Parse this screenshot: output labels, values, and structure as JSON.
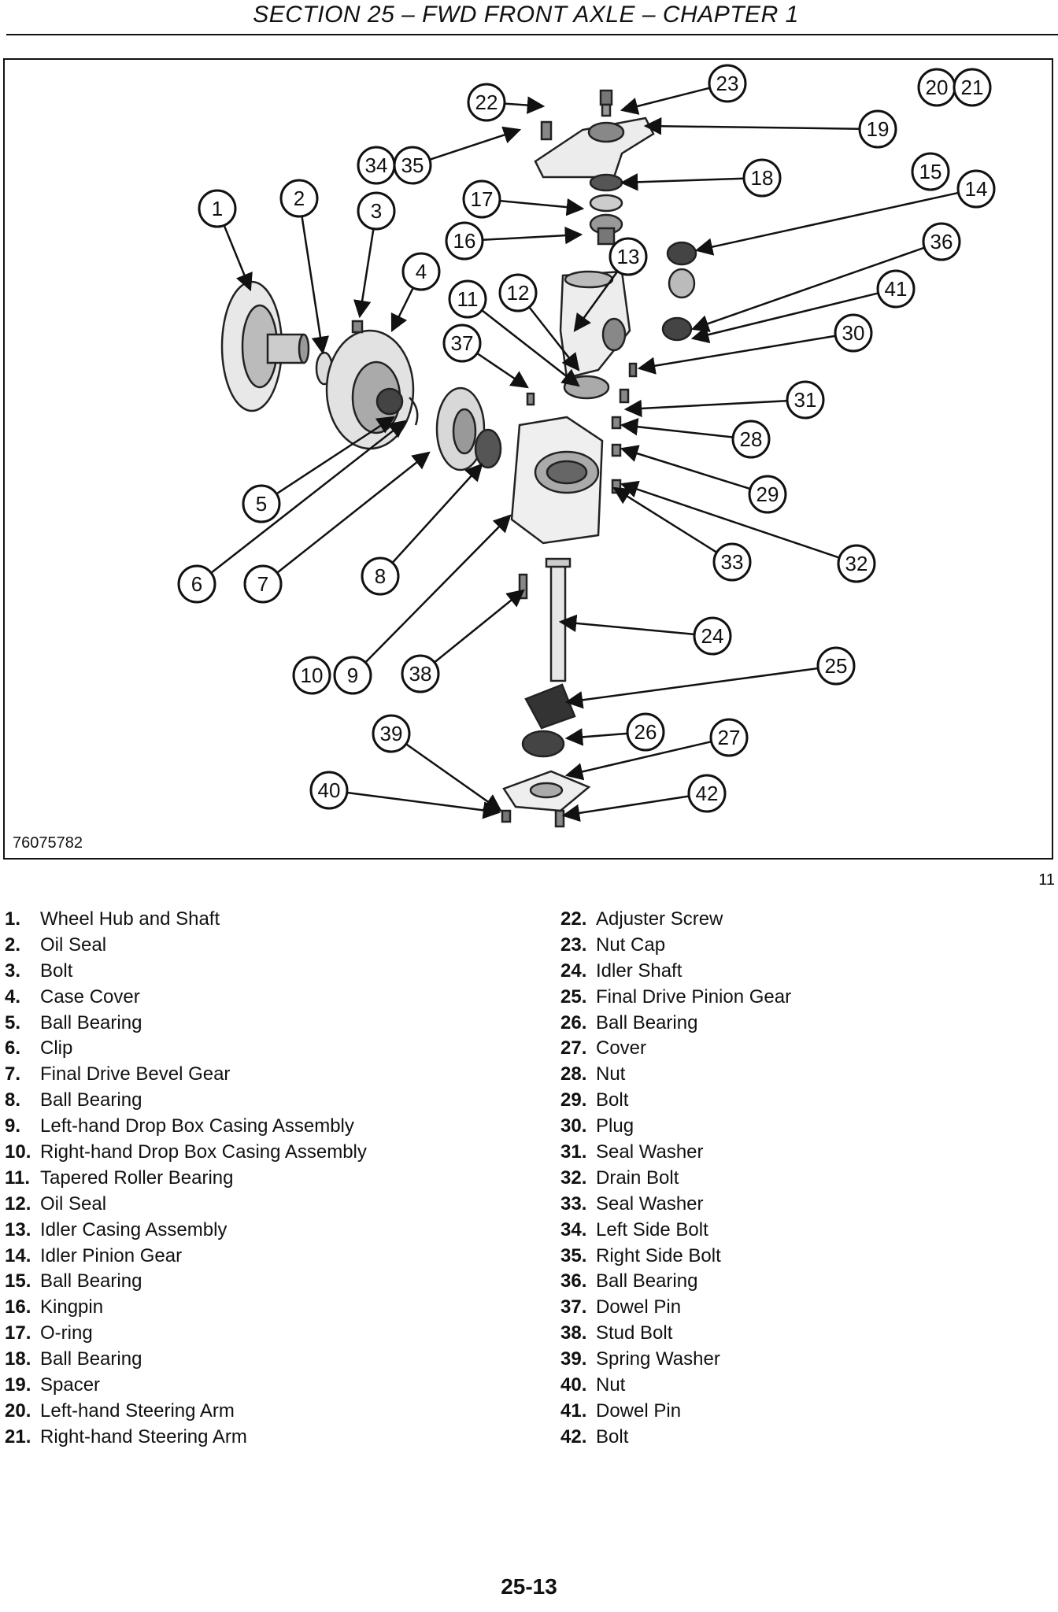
{
  "header": {
    "title": "SECTION 25 – FWD FRONT AXLE – CHAPTER 1"
  },
  "figure": {
    "id_code": "76075782",
    "number": "11",
    "callouts": [
      "1",
      "2",
      "3",
      "4",
      "5",
      "6",
      "7",
      "8",
      "9",
      "10",
      "11",
      "12",
      "13",
      "14",
      "15",
      "16",
      "17",
      "18",
      "19",
      "20",
      "21",
      "22",
      "23",
      "24",
      "25",
      "26",
      "27",
      "28",
      "29",
      "30",
      "31",
      "32",
      "33",
      "34",
      "35",
      "36",
      "37",
      "38",
      "39",
      "40",
      "41",
      "42"
    ]
  },
  "legend": {
    "left": [
      {
        "num": "1.",
        "label": "Wheel Hub and Shaft"
      },
      {
        "num": "2.",
        "label": "Oil Seal"
      },
      {
        "num": "3.",
        "label": "Bolt"
      },
      {
        "num": "4.",
        "label": "Case Cover"
      },
      {
        "num": "5.",
        "label": "Ball Bearing"
      },
      {
        "num": "6.",
        "label": "Clip"
      },
      {
        "num": "7.",
        "label": "Final Drive Bevel Gear"
      },
      {
        "num": "8.",
        "label": "Ball Bearing"
      },
      {
        "num": "9.",
        "label": "Left-hand Drop Box Casing Assembly"
      },
      {
        "num": "10.",
        "label": "Right-hand Drop Box Casing Assembly"
      },
      {
        "num": "11.",
        "label": "Tapered Roller Bearing"
      },
      {
        "num": "12.",
        "label": "Oil Seal"
      },
      {
        "num": "13.",
        "label": "Idler Casing Assembly"
      },
      {
        "num": "14.",
        "label": "Idler Pinion Gear"
      },
      {
        "num": "15.",
        "label": "Ball Bearing"
      },
      {
        "num": "16.",
        "label": "Kingpin"
      },
      {
        "num": "17.",
        "label": "O-ring"
      },
      {
        "num": "18.",
        "label": "Ball Bearing"
      },
      {
        "num": "19.",
        "label": "Spacer"
      },
      {
        "num": "20.",
        "label": "Left-hand Steering Arm"
      },
      {
        "num": "21.",
        "label": "Right-hand Steering Arm"
      }
    ],
    "right": [
      {
        "num": "22.",
        "label": "Adjuster Screw"
      },
      {
        "num": "23.",
        "label": "Nut Cap"
      },
      {
        "num": "24.",
        "label": "Idler Shaft"
      },
      {
        "num": "25.",
        "label": "Final Drive Pinion Gear"
      },
      {
        "num": "26.",
        "label": "Ball Bearing"
      },
      {
        "num": "27.",
        "label": "Cover"
      },
      {
        "num": "28.",
        "label": "Nut"
      },
      {
        "num": "29.",
        "label": "Bolt"
      },
      {
        "num": "30.",
        "label": "Plug"
      },
      {
        "num": "31.",
        "label": "Seal Washer"
      },
      {
        "num": "32.",
        "label": "Drain Bolt"
      },
      {
        "num": "33.",
        "label": "Seal Washer"
      },
      {
        "num": "34.",
        "label": "Left Side Bolt"
      },
      {
        "num": "35.",
        "label": "Right Side Bolt"
      },
      {
        "num": "36.",
        "label": "Ball Bearing"
      },
      {
        "num": "37.",
        "label": "Dowel Pin"
      },
      {
        "num": "38.",
        "label": "Stud Bolt"
      },
      {
        "num": "39.",
        "label": "Spring Washer"
      },
      {
        "num": "40.",
        "label": "Nut"
      },
      {
        "num": "41.",
        "label": "Dowel Pin"
      },
      {
        "num": "42.",
        "label": "Bolt"
      }
    ]
  },
  "footer": {
    "page_number": "25-13"
  }
}
